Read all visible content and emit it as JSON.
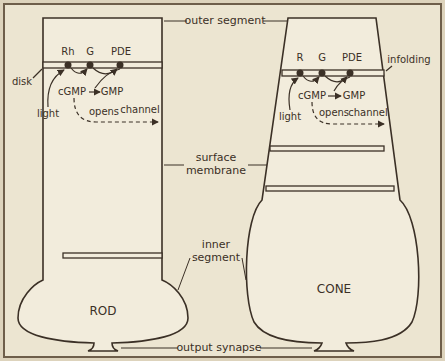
{
  "diagram": {
    "labels": [
      "Rh",
      "G",
      "PDE",
      "outer segment",
      "R",
      "G",
      "PDE",
      "infolding",
      "disk",
      "cGMP",
      "GMP",
      "cGMP",
      "GMP",
      "light",
      "opens",
      "channel",
      "light",
      "opens",
      "channel",
      "surface membrane",
      "inner segment",
      "ROD",
      "CONE",
      "output synapse"
    ]
  }
}
